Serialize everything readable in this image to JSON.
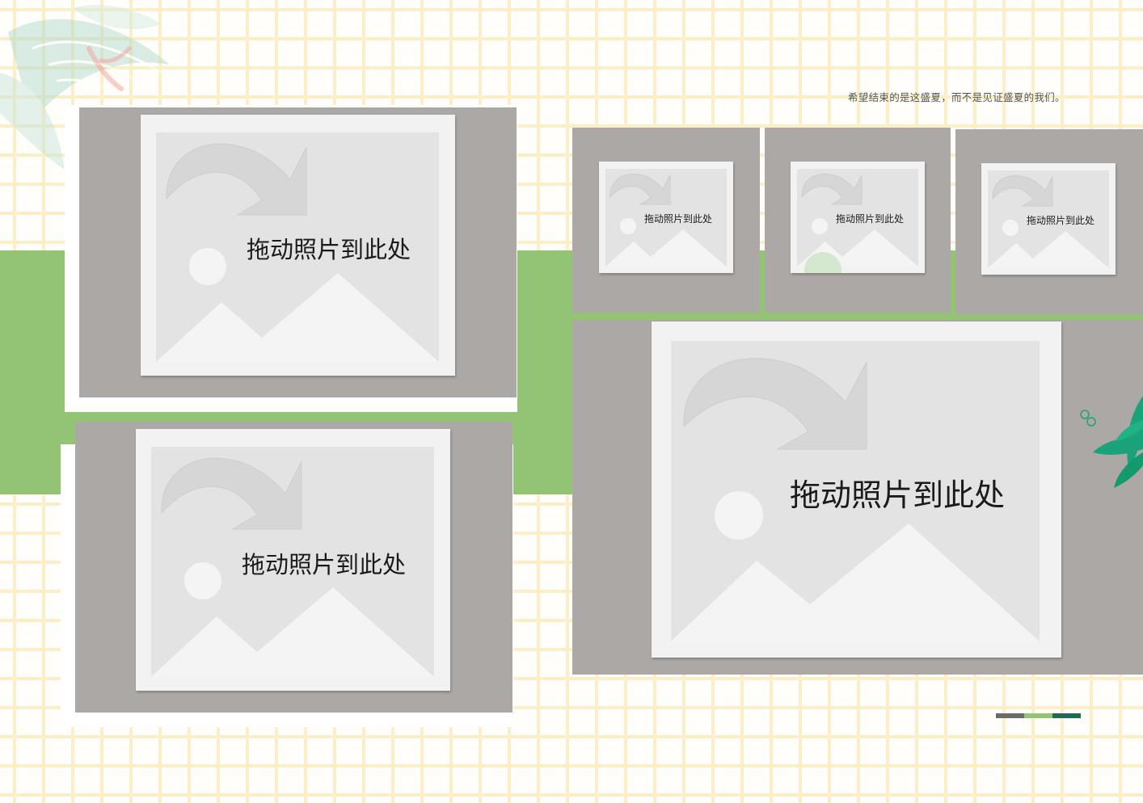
{
  "quote": "希望结束的是这盛夏，而不是见证盛夏的我们。",
  "placeholder_text": "拖动照片到此处",
  "slots": [
    {
      "label": "拖动照片到此处"
    },
    {
      "label": "拖动照片到此处"
    },
    {
      "label": "拖动照片到此处"
    },
    {
      "label": "拖动照片到此处"
    },
    {
      "label": "拖动照片到此处"
    },
    {
      "label": "拖动照片到此处"
    }
  ],
  "colors": {
    "grid": "#fbefc9",
    "green_band": "#92c474",
    "frame": "#aca8a6",
    "slot": "#f2f2f2",
    "accent_bars": [
      "#6b6b6b",
      "#92c474",
      "#1f6b55"
    ]
  },
  "icons": [
    "placeholder-image-icon",
    "drag-arrow-icon",
    "leaf-decoration",
    "bubble-decoration"
  ]
}
